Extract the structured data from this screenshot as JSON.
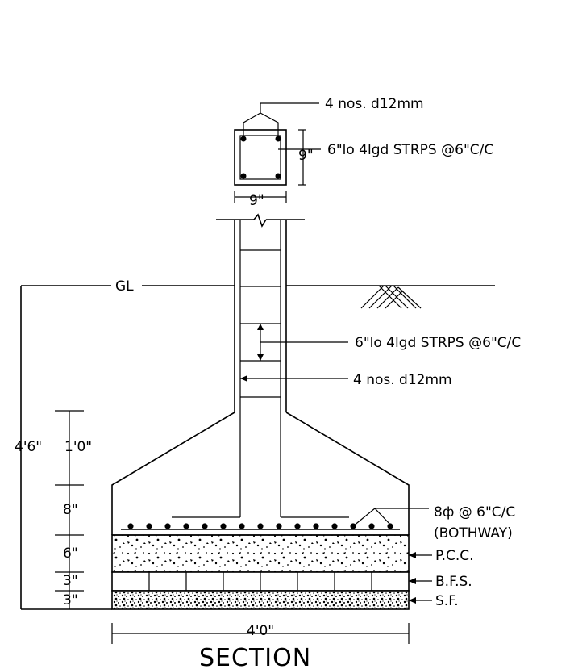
{
  "column_section": {
    "main_bars": "4 nos. d12mm",
    "stirrups": "6\"lo  4lgd STRPS @6\"C/C",
    "width": "9\"",
    "depth": "9\""
  },
  "elevation": {
    "ground_level": "GL",
    "stirrups": "6\"lo  4lgd STRPS @6\"C/C",
    "main_bars": "4 nos. d12mm",
    "mesh": "8ф   @  6\"C/C",
    "mesh_note": "(BOTHWAY)",
    "pcc": "P.C.C.",
    "bfs": "B.F.S.",
    "sf": "S.F."
  },
  "dimensions": {
    "total_depth": "4'6\"",
    "d1": "1'0\"",
    "d2": "8\"",
    "d3": "6\"",
    "d4": "3\"",
    "d5": "3\"",
    "base_width": "4'0\""
  },
  "title": "SECTION"
}
